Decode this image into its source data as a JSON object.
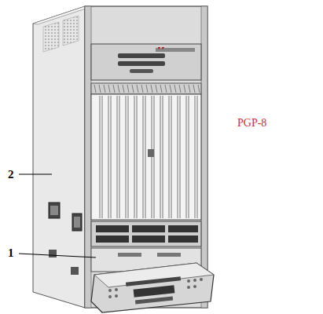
{
  "diagram": {
    "labels": [
      "2",
      "1",
      "PGP-8"
    ]
  }
}
